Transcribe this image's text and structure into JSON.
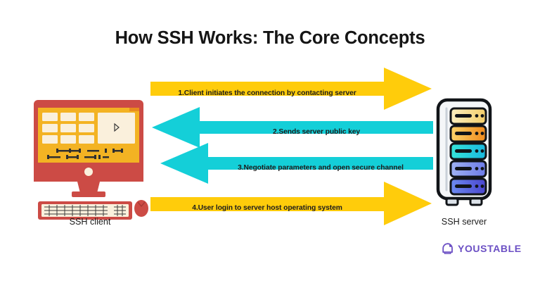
{
  "page": {
    "title": "How SSH Works: The Core Concepts",
    "background_color": "#ffffff"
  },
  "colors": {
    "yellow": "#FFCC0B",
    "cyan": "#14CFD8",
    "monitor_frame": "#CC4B45",
    "monitor_screen": "#F3B323",
    "screen_panel": "#FAF0DC",
    "title_text": "#151515",
    "label_text": "#1c1c1c",
    "logo_purple": "#6B4FC4"
  },
  "flow": {
    "steps": [
      {
        "number": "1",
        "label": "1.Client initiates the connection by contacting server",
        "direction": "right",
        "color": "#FFCC0B",
        "from": "SSH client",
        "to": "SSH server"
      },
      {
        "number": "2",
        "label": "2.Sends server public key",
        "direction": "left",
        "color": "#14CFD8",
        "from": "SSH server",
        "to": "SSH client"
      },
      {
        "number": "3",
        "label": "3.Negotiate parameters and open secure channel",
        "direction": "left",
        "color": "#14CFD8",
        "from": "SSH server",
        "to": "SSH client"
      },
      {
        "number": "4",
        "label": "4.User login to server host operating system",
        "direction": "right",
        "color": "#FFCC0B",
        "from": "SSH client",
        "to": "SSH server"
      }
    ]
  },
  "nodes": {
    "client": {
      "caption": "SSH client",
      "icon": "desktop-computer-icon"
    },
    "server": {
      "caption": "SSH server",
      "icon": "server-rack-icon",
      "bay_colors": [
        "#F7DC8E",
        "#F5A623",
        "#2ED9D9",
        "#8FA4F0",
        "#5566E0"
      ]
    }
  },
  "branding": {
    "name": "YOUSTABLE",
    "icon": "youstable-logo-icon"
  }
}
